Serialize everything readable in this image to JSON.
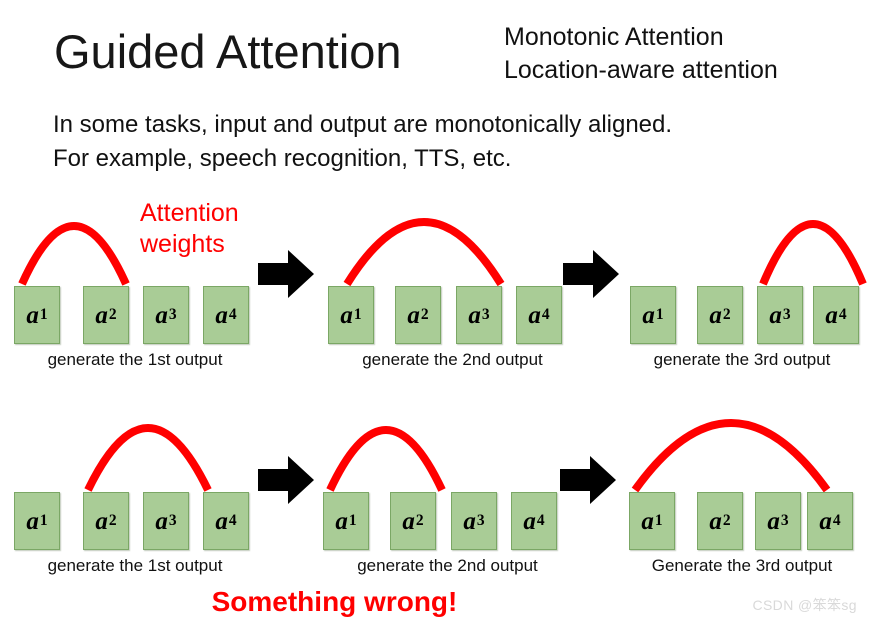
{
  "header": {
    "title": "Guided Attention",
    "subtitle_lines": [
      "Monotonic Attention",
      "Location-aware attention"
    ],
    "lead_lines": [
      "In some tasks, input and output are monotonically aligned.",
      "For example, speech recognition, TTS, etc."
    ]
  },
  "annotation": {
    "attention_weights_line1": "Attention",
    "attention_weights_line2": "weights",
    "attention_color": "#FF0000"
  },
  "footer": {
    "verdict": "Something wrong!",
    "verdict_color": "#FF0000",
    "watermark": "CSDN @笨笨sg"
  },
  "colors": {
    "box_fill": "#A9CC96",
    "box_border": "#7BA765",
    "arc": "#FF0000",
    "arrow": "#000000",
    "text": "#111111"
  },
  "box_labels": {
    "a1_base": "a",
    "a1_sup": "1",
    "a2_base": "a",
    "a2_sup": "2",
    "a3_base": "a",
    "a3_sup": "3",
    "a4_base": "a",
    "a4_sup": "4"
  },
  "rows": [
    {
      "name": "monotonic-correct",
      "groups": [
        {
          "caption": "generate the 1st output",
          "peak_over": "a1-a2",
          "arc_span_boxes": [
            1,
            2
          ]
        },
        {
          "caption": "generate the 2nd output",
          "peak_over": "a2-a3",
          "arc_span_boxes": [
            1,
            3
          ]
        },
        {
          "caption": "generate the 3rd output",
          "peak_over": "a3-a4",
          "arc_span_boxes": [
            3,
            4
          ]
        }
      ]
    },
    {
      "name": "non-monotonic-wrong",
      "groups": [
        {
          "caption": "generate the 1st output",
          "peak_over": "a2-a4",
          "arc_span_boxes": [
            2,
            4
          ]
        },
        {
          "caption": "generate the 2nd output",
          "peak_over": "a1-a3",
          "arc_span_boxes": [
            1,
            3
          ]
        },
        {
          "caption": "Generate the 3rd output",
          "peak_over": "a1-a4",
          "arc_span_boxes": [
            1,
            4
          ]
        }
      ]
    }
  ],
  "arrows": [
    {
      "name": "row1-arrow-1"
    },
    {
      "name": "row1-arrow-2"
    },
    {
      "name": "row2-arrow-1"
    },
    {
      "name": "row2-arrow-2"
    }
  ]
}
